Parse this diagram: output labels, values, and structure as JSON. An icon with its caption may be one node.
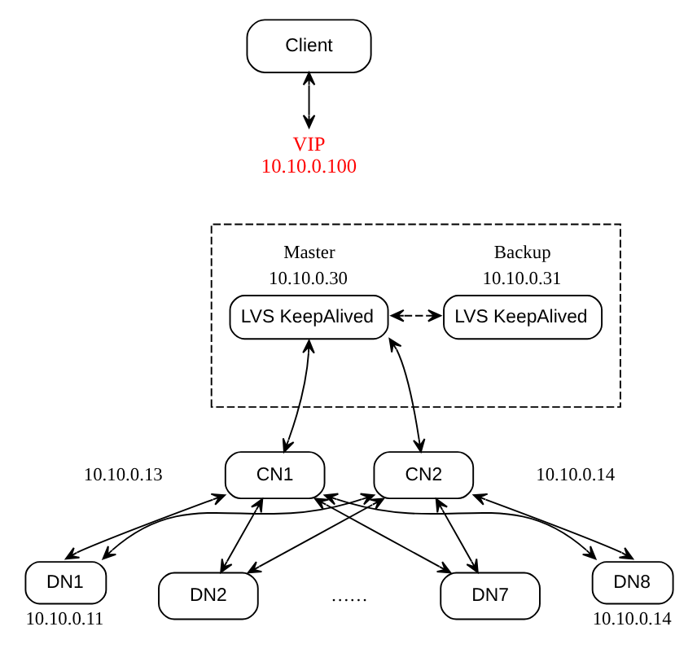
{
  "diagram": {
    "nodes": [
      {
        "text": [
          "Client"
        ]
      },
      {
        "text": [
          "VIP",
          "10.10.0.100"
        ]
      },
      {
        "text": [],
        "shape": "box"
      },
      {
        "text": [
          "Master",
          "10.10.0.30",
          "LVS KeepAlived"
        ],
        "in": 2
      },
      {
        "text": [
          "Backup",
          "10.10.0.31",
          "LVS KeepAlived"
        ],
        "in": 2
      },
      {
        "text": [
          "CN1"
        ],
        "beside": [
          "10.10.0.13"
        ]
      },
      {
        "text": [
          "CN2"
        ],
        "beside": [
          "10.10.0.14"
        ]
      },
      {
        "text": [
          "DN1"
        ],
        "beside": [
          "10.10.0.11"
        ]
      },
      {
        "text": [
          "DN2"
        ]
      },
      {
        "text": [
          "DN7"
        ]
      },
      {
        "text": [
          "DN8"
        ],
        "beside": [
          "10.10.0.14"
        ]
      }
    ],
    "edges": [
      {
        "from": 0,
        "to": 1,
        "arrow": "both"
      },
      {
        "from": 3,
        "to": 4,
        "arrow": "both",
        "style": "dashed"
      },
      {
        "from": 3,
        "to": 5,
        "arrow": "both"
      },
      {
        "from": 3,
        "to": 6,
        "arrow": "both"
      },
      {
        "from": 5,
        "to": 7,
        "arrow": "both"
      },
      {
        "from": 5,
        "to": 8,
        "arrow": "both"
      },
      {
        "from": 5,
        "to": 9,
        "arrow": "both"
      },
      {
        "from": 5,
        "to": 10,
        "arrow": "both"
      },
      {
        "from": 6,
        "to": 7,
        "arrow": "both"
      },
      {
        "from": 6,
        "to": 8,
        "arrow": "both"
      },
      {
        "from": 6,
        "to": 9,
        "arrow": "both"
      },
      {
        "from": 6,
        "to": 10,
        "arrow": "both"
      }
    ],
    "labels": [
      "……"
    ]
  }
}
